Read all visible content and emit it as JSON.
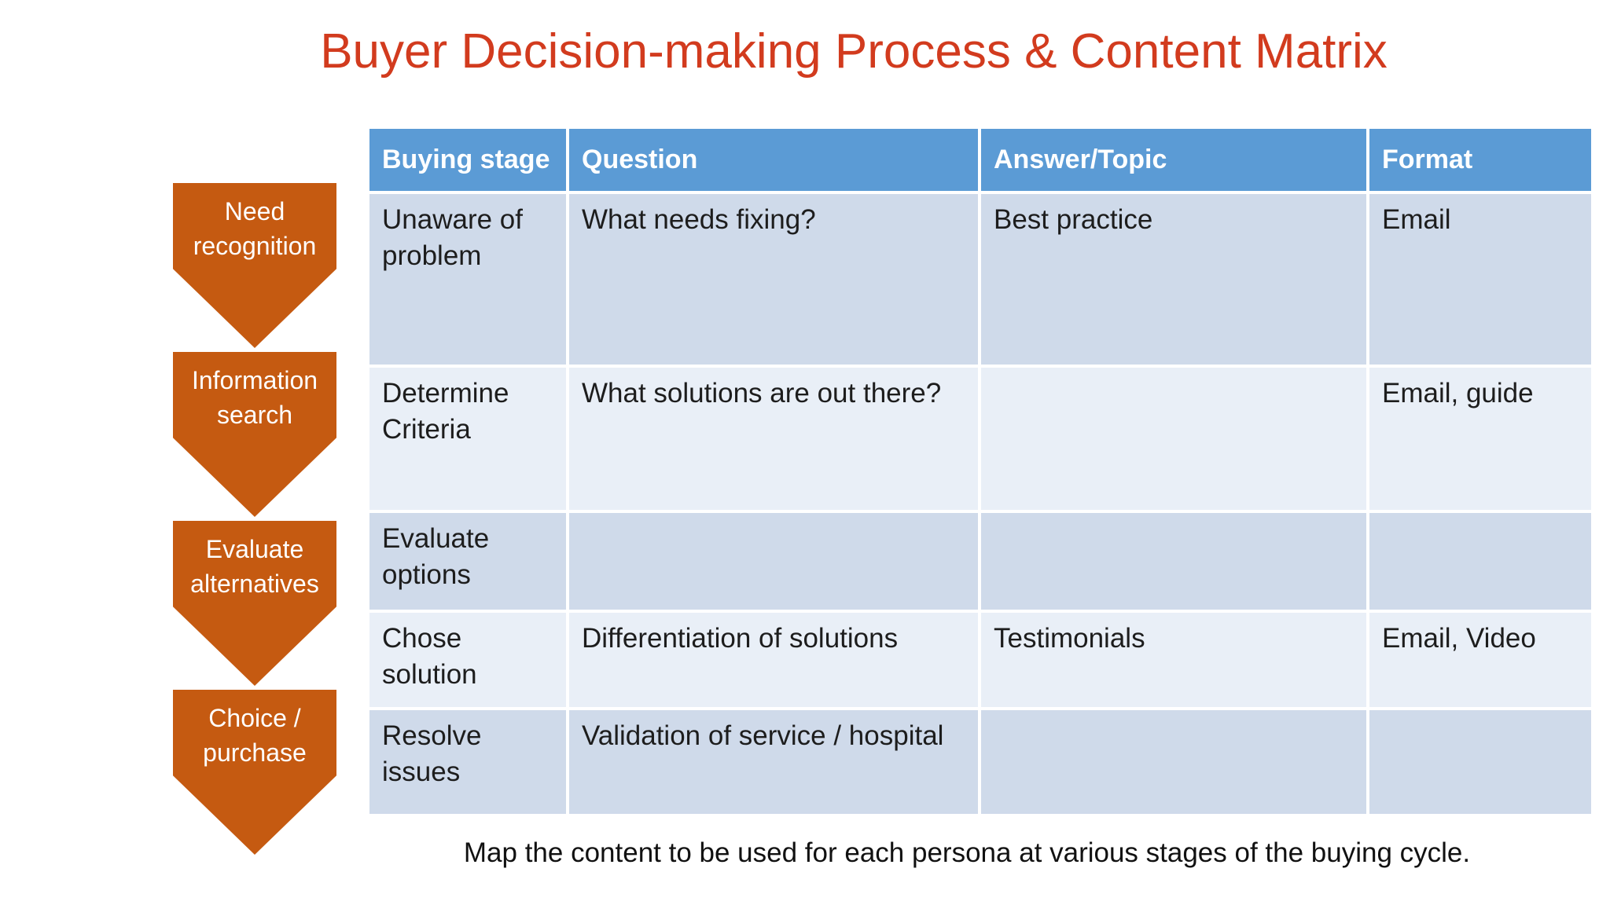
{
  "slide": {
    "title": "Buyer Decision-making Process & Content Matrix",
    "caption": "Map the content to be used for each persona at various stages of the buying cycle."
  },
  "process_arrows": {
    "items": [
      {
        "label": "Need recognition"
      },
      {
        "label": "Information search"
      },
      {
        "label": "Evaluate alternatives"
      },
      {
        "label": "Choice / purchase"
      }
    ]
  },
  "matrix_table": {
    "headers": [
      "Buying stage",
      "Question",
      "Answer/Topic",
      "Format"
    ],
    "rows": [
      [
        "Unaware of problem",
        "What needs fixing?",
        "Best practice",
        "Email"
      ],
      [
        "Determine Criteria",
        "What solutions are out there?",
        "",
        "Email, guide"
      ],
      [
        "Evaluate options",
        "",
        "",
        ""
      ],
      [
        "Chose solution",
        "Differentiation of solutions",
        "Testimonials",
        "Email, Video"
      ],
      [
        "Resolve issues",
        "Validation of service / hospital",
        "",
        ""
      ]
    ]
  },
  "colors": {
    "title_red": "#D23B1E",
    "arrow_orange": "#C55A11",
    "header_blue": "#5B9BD5",
    "row_band_dark": "#CFDAEA",
    "row_band_light": "#E9EFF7"
  }
}
